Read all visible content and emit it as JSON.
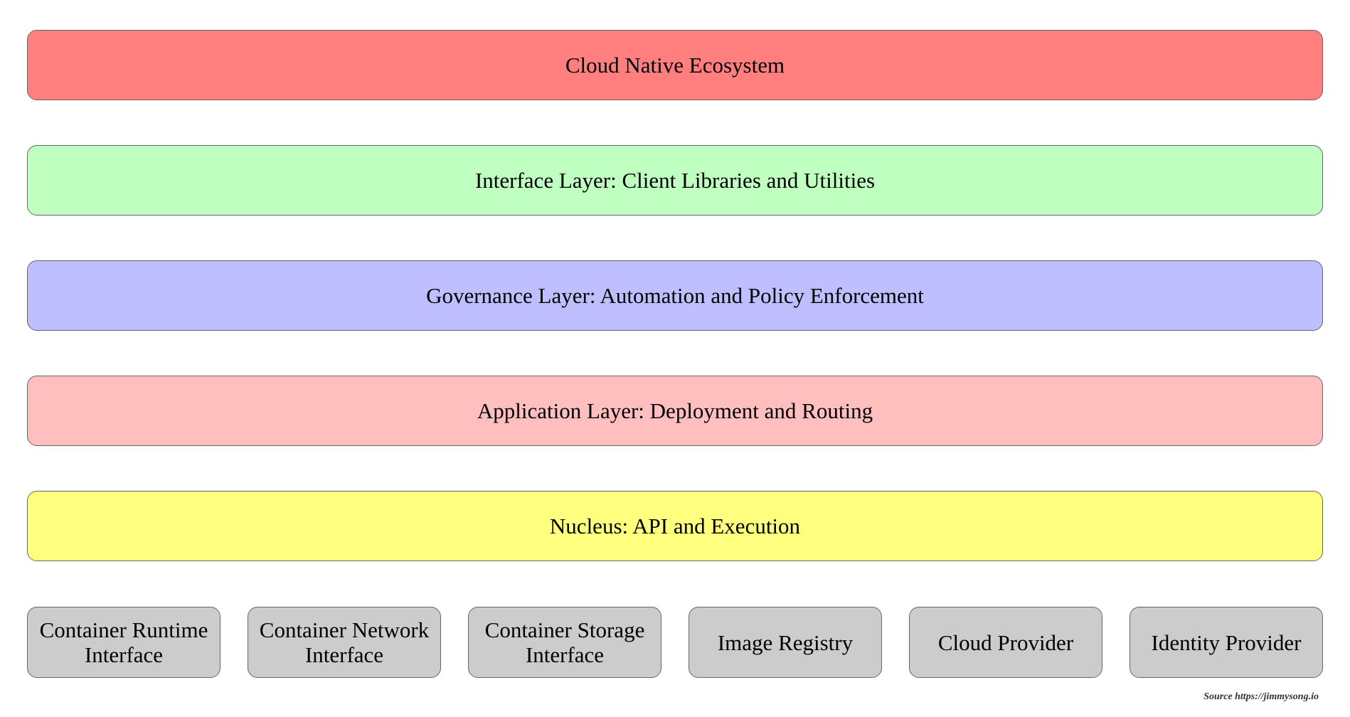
{
  "layers": [
    {
      "label": "Cloud Native Ecosystem",
      "color": "#ff7f7f"
    },
    {
      "label": "Interface Layer: Client Libraries and Utilities",
      "color": "#bfffbf"
    },
    {
      "label": "Governance Layer: Automation and Policy Enforcement",
      "color": "#bfbfff"
    },
    {
      "label": "Application Layer: Deployment and Routing",
      "color": "#ffbfbf"
    },
    {
      "label": "Nucleus: API and Execution",
      "color": "#ffff7f"
    }
  ],
  "components": [
    {
      "label": "Container Runtime Interface",
      "color": "#cccccc"
    },
    {
      "label": "Container Network Interface",
      "color": "#cccccc"
    },
    {
      "label": "Container Storage Interface",
      "color": "#cccccc"
    },
    {
      "label": "Image Registry",
      "color": "#cccccc"
    },
    {
      "label": "Cloud Provider",
      "color": "#cccccc"
    },
    {
      "label": "Identity Provider",
      "color": "#cccccc"
    }
  ],
  "source": "Source https://jimmysong.io"
}
